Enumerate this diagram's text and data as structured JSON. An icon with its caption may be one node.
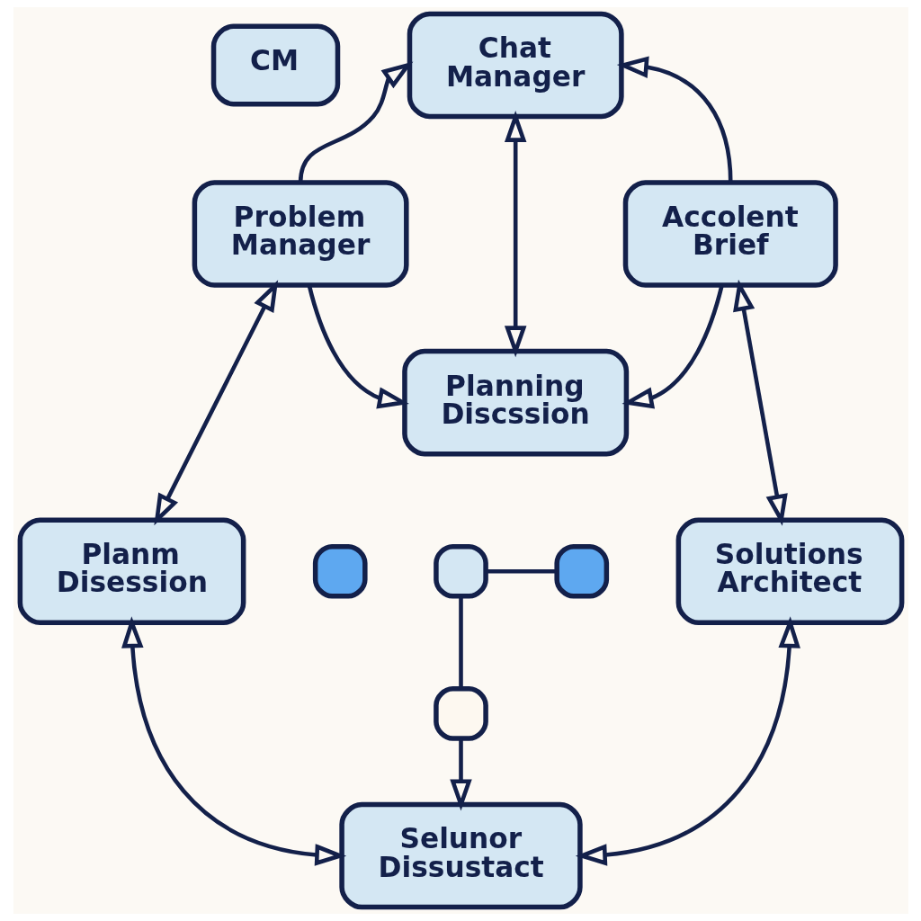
{
  "diagram": {
    "nodes": [
      {
        "text": [
          "Chat Manager"
        ]
      },
      {
        "text": [
          "CM"
        ]
      },
      {
        "text": [
          "Problem Manager"
        ]
      },
      {
        "text": [
          "Accolent Brief"
        ]
      },
      {
        "text": [
          "Planning Discssion"
        ]
      },
      {
        "text": [],
        "shape": "box"
      },
      {
        "text": [],
        "shape": "box"
      },
      {
        "text": [],
        "shape": "box"
      },
      {
        "text": [
          "Planm Disession"
        ]
      },
      {
        "text": [
          "Solutions Architect"
        ]
      },
      {
        "text": [],
        "shape": "box"
      },
      {
        "text": [
          "Selunor Dissustact"
        ]
      }
    ],
    "edges": [
      {
        "from": 2,
        "to": 0,
        "arrow": "to"
      },
      {
        "from": 3,
        "to": 0,
        "arrow": "to"
      },
      {
        "from": 0,
        "to": 4,
        "arrow": "both"
      },
      {
        "from": 2,
        "to": 8,
        "arrow": "both"
      },
      {
        "from": 2,
        "to": 4,
        "arrow": "to"
      },
      {
        "from": 3,
        "to": 9,
        "arrow": "both"
      },
      {
        "from": 3,
        "to": 4,
        "arrow": "to"
      },
      {
        "from": 5,
        "to": 6,
        "arrow": "none"
      },
      {
        "from": 5,
        "to": 10,
        "arrow": "none"
      },
      {
        "from": 10,
        "to": 11,
        "arrow": "to"
      },
      {
        "from": 8,
        "to": 11,
        "arrow": "both"
      },
      {
        "from": 9,
        "to": 11,
        "arrow": "both"
      }
    ]
  }
}
